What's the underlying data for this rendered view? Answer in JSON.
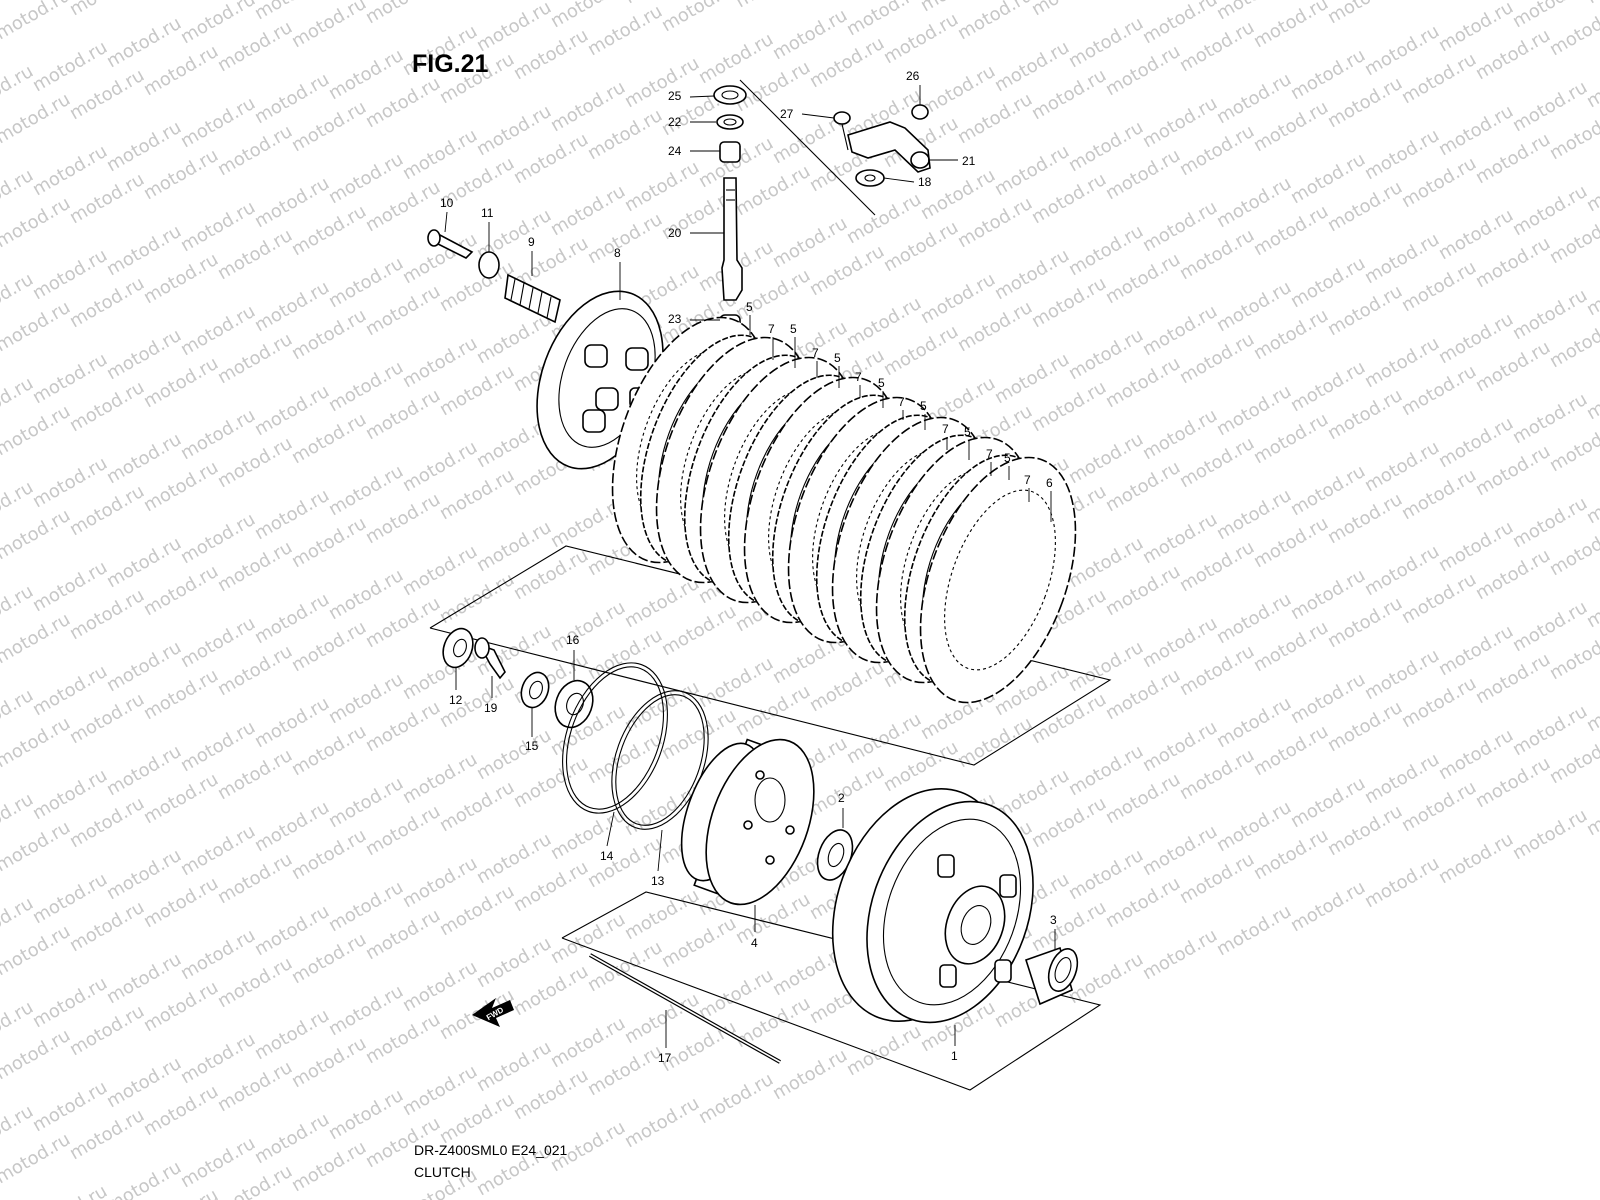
{
  "figure": {
    "title": "FIG.21",
    "model_code": "DR-Z400SML0 E24_021",
    "name": "CLUTCH",
    "watermark": "motod.ru",
    "direction_label": "FWD"
  },
  "callouts": [
    {
      "id": "p1",
      "label": "1"
    },
    {
      "id": "p2",
      "label": "2"
    },
    {
      "id": "p3",
      "label": "3"
    },
    {
      "id": "p4",
      "label": "4"
    },
    {
      "id": "p5a",
      "label": "5"
    },
    {
      "id": "p5b",
      "label": "5"
    },
    {
      "id": "p5c",
      "label": "5"
    },
    {
      "id": "p5d",
      "label": "5"
    },
    {
      "id": "p5e",
      "label": "5"
    },
    {
      "id": "p5f",
      "label": "5"
    },
    {
      "id": "p5g",
      "label": "5"
    },
    {
      "id": "p6",
      "label": "6"
    },
    {
      "id": "p7a",
      "label": "7"
    },
    {
      "id": "p7b",
      "label": "7"
    },
    {
      "id": "p7c",
      "label": "7"
    },
    {
      "id": "p7d",
      "label": "7"
    },
    {
      "id": "p7e",
      "label": "7"
    },
    {
      "id": "p7f",
      "label": "7"
    },
    {
      "id": "p7g",
      "label": "7"
    },
    {
      "id": "p8",
      "label": "8"
    },
    {
      "id": "p9",
      "label": "9"
    },
    {
      "id": "p10",
      "label": "10"
    },
    {
      "id": "p11",
      "label": "11"
    },
    {
      "id": "p12",
      "label": "12"
    },
    {
      "id": "p13",
      "label": "13"
    },
    {
      "id": "p14",
      "label": "14"
    },
    {
      "id": "p15",
      "label": "15"
    },
    {
      "id": "p16",
      "label": "16"
    },
    {
      "id": "p17",
      "label": "17"
    },
    {
      "id": "p18",
      "label": "18"
    },
    {
      "id": "p19",
      "label": "19"
    },
    {
      "id": "p20",
      "label": "20"
    },
    {
      "id": "p21",
      "label": "21"
    },
    {
      "id": "p22",
      "label": "22"
    },
    {
      "id": "p23",
      "label": "23"
    },
    {
      "id": "p24",
      "label": "24"
    },
    {
      "id": "p25",
      "label": "25"
    },
    {
      "id": "p26",
      "label": "26"
    },
    {
      "id": "p27",
      "label": "27"
    }
  ]
}
